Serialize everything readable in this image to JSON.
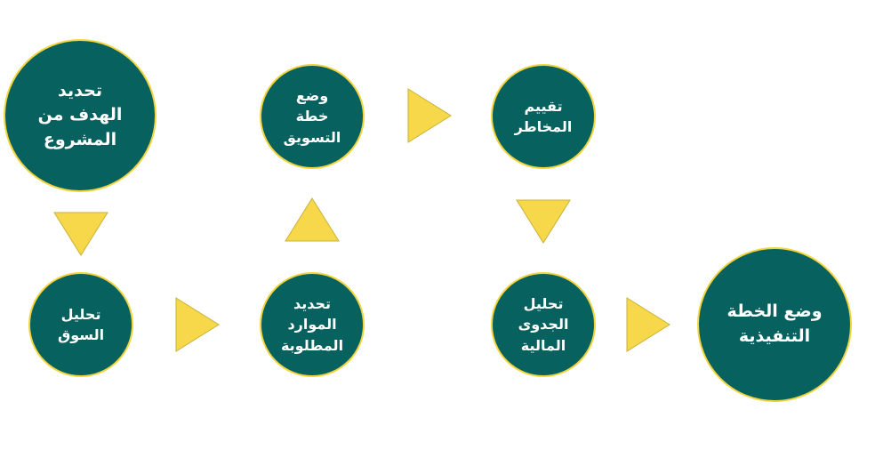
{
  "colors": {
    "node_fill": "#07615f",
    "node_border": "#f2d43d",
    "arrow_fill": "#f6d84a",
    "arrow_stroke": "#c8b238",
    "text": "#ffffff"
  },
  "nodes": [
    {
      "id": "goal",
      "lines": [
        "تحديد",
        "الهدف من",
        "المشروع"
      ]
    },
    {
      "id": "market",
      "lines": [
        "تحليل",
        "السوق"
      ]
    },
    {
      "id": "resources",
      "lines": [
        "تحديد",
        "الموارد",
        "المطلوبة"
      ]
    },
    {
      "id": "marketing",
      "lines": [
        "وضع",
        "خطة",
        "التسويق"
      ]
    },
    {
      "id": "risks",
      "lines": [
        "تقييم",
        "المخاطر"
      ]
    },
    {
      "id": "feasibility",
      "lines": [
        "تحليل",
        "الجدوى",
        "المالية"
      ]
    },
    {
      "id": "execution",
      "lines": [
        "وضع الخطة",
        "التنفيذية"
      ]
    }
  ],
  "arrows": [
    {
      "from": "goal",
      "to": "market",
      "direction": "down"
    },
    {
      "from": "market",
      "to": "resources",
      "direction": "right"
    },
    {
      "from": "resources",
      "to": "marketing",
      "direction": "up"
    },
    {
      "from": "marketing",
      "to": "risks",
      "direction": "right"
    },
    {
      "from": "risks",
      "to": "feasibility",
      "direction": "down"
    },
    {
      "from": "feasibility",
      "to": "execution",
      "direction": "right"
    }
  ]
}
